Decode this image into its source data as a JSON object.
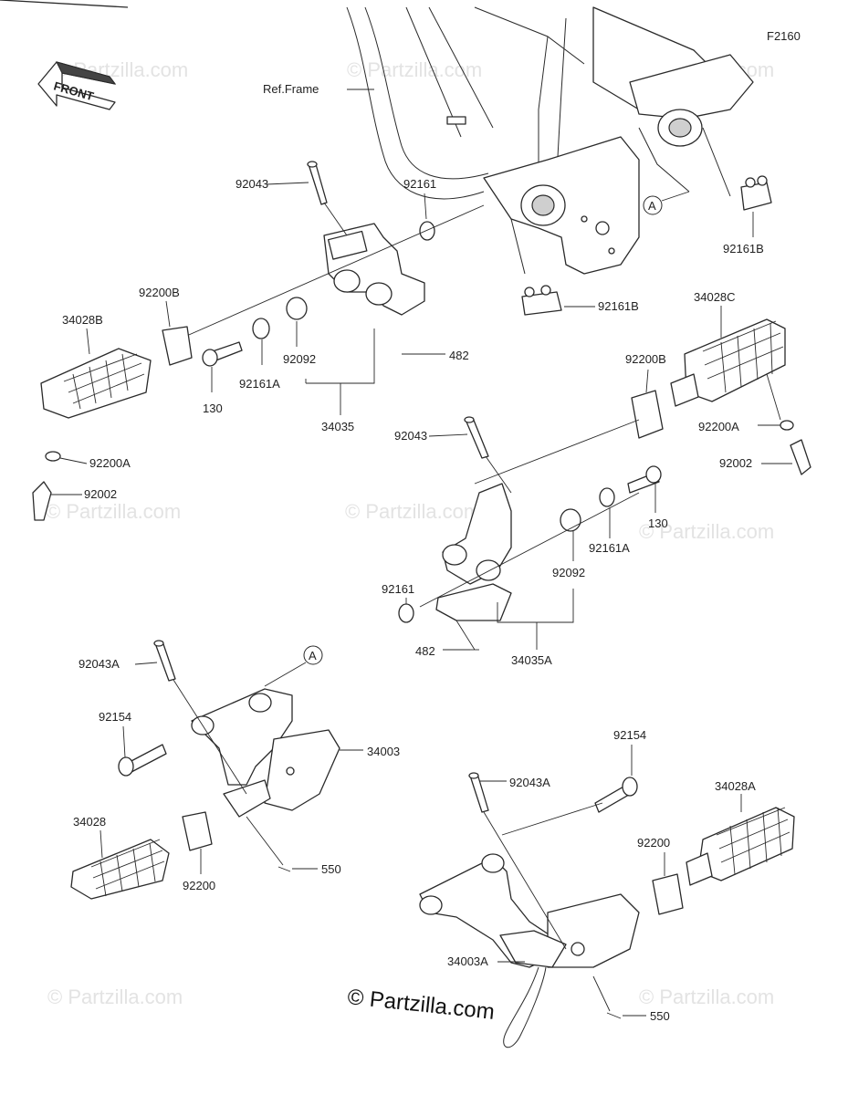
{
  "figure_code": "F2160",
  "ref_frame": "Ref.Frame",
  "front_label": "FRONT",
  "circle_ref": "A",
  "watermark": "© Partzilla.com",
  "copyright": "© Partzilla.com",
  "labels": {
    "l_92043_a": "92043",
    "l_92161_a": "92161",
    "l_92161B_a": "92161B",
    "l_92161B_b": "92161B",
    "l_92200B_a": "92200B",
    "l_34028B": "34028B",
    "l_130_a": "130",
    "l_92161A_a": "92161A",
    "l_92092_a": "92092",
    "l_482_a": "482",
    "l_34035": "34035",
    "l_92200A_a": "92200A",
    "l_92002_a": "92002",
    "l_34028C": "34028C",
    "l_92200B_b": "92200B",
    "l_92200A_b": "92200A",
    "l_92002_b": "92002",
    "l_92043_b": "92043",
    "l_130_b": "130",
    "l_92161A_b": "92161A",
    "l_92161_b": "92161",
    "l_92092_b": "92092",
    "l_482_b": "482",
    "l_34035A": "34035A",
    "l_92043A_a": "92043A",
    "l_92154_a": "92154",
    "l_34003": "34003",
    "l_34028": "34028",
    "l_92200": "92200",
    "l_550_a": "550",
    "l_92154_b": "92154",
    "l_92043A_b": "92043A",
    "l_34028A": "34028A",
    "l_92200_b": "92200",
    "l_34003A": "34003A",
    "l_550_b": "550"
  }
}
